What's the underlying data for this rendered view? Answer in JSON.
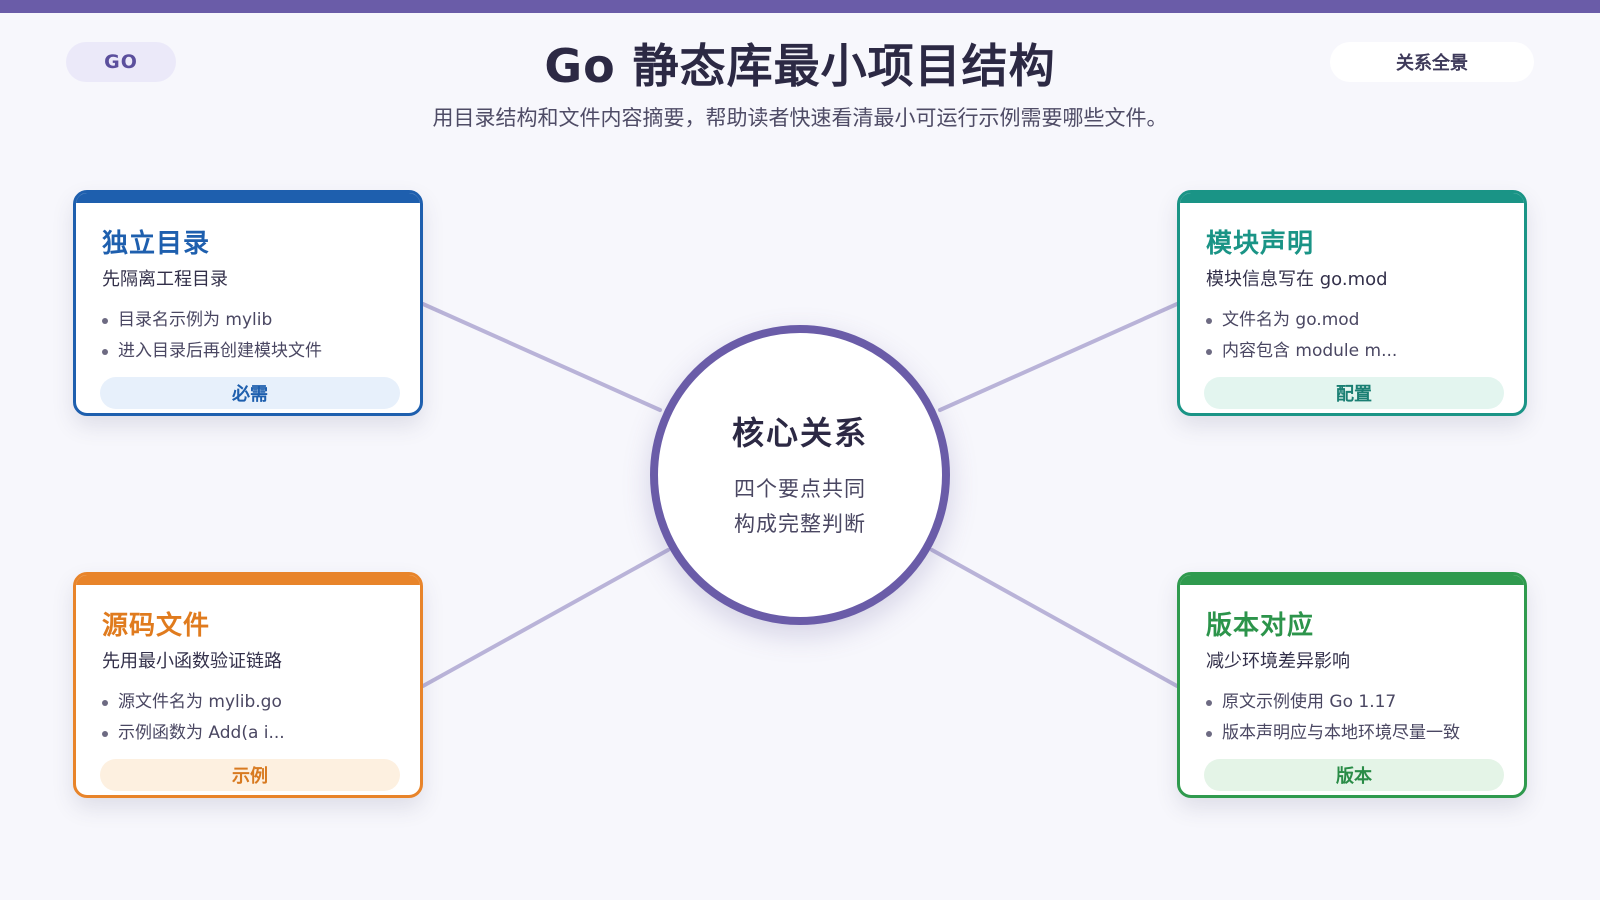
{
  "header": {
    "tag": "GO",
    "title": "Go 静态库最小项目结构",
    "subtitle": "用目录结构和文件内容摘要，帮助读者快速看清最小可运行示例需要哪些文件。",
    "overview": "关系全景"
  },
  "hub": {
    "title": "核心关系",
    "line1": "四个要点共同",
    "line2": "构成完整判断"
  },
  "cards": {
    "dir": {
      "title": "独立目录",
      "subtitle": "先隔离工程目录",
      "bullets": [
        "目录名示例为 mylib",
        "进入目录后再创建模块文件"
      ],
      "tag": "必需",
      "color": "#1e5fae"
    },
    "module": {
      "title": "模块声明",
      "subtitle": "模块信息写在 go.mod",
      "bullets": [
        "文件名为 go.mod",
        "内容包含 module m..."
      ],
      "tag": "配置",
      "color": "#1a9486"
    },
    "source": {
      "title": "源码文件",
      "subtitle": "先用最小函数验证链路",
      "bullets": [
        "源文件名为 mylib.go",
        "示例函数为 Add(a i..."
      ],
      "tag": "示例",
      "color": "#e8842a"
    },
    "version": {
      "title": "版本对应",
      "subtitle": "减少环境差异影响",
      "bullets": [
        "原文示例使用 Go 1.17",
        "版本声明应与本地环境尽量一致"
      ],
      "tag": "版本",
      "color": "#2f9a4e"
    }
  },
  "colors": {
    "accent": "#6a5ca8",
    "connector": "#b9b3d8"
  }
}
